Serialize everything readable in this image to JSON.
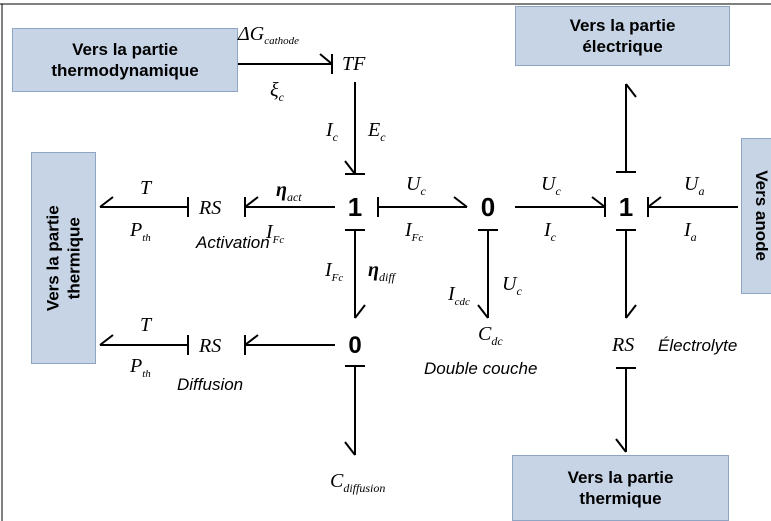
{
  "boxes": {
    "thermo_top": {
      "line1": "Vers la partie",
      "line2": "thermodynamique"
    },
    "elec_top": {
      "line1": "Vers la partie",
      "line2": "électrique"
    },
    "thermique_left": {
      "line1": "Vers la partie",
      "line2": "thermique"
    },
    "anode_right": {
      "text": "Vers anode"
    },
    "thermique_bottom": {
      "line1": "Vers la partie",
      "line2": "thermique"
    }
  },
  "elements": {
    "tf": "TF",
    "rs_activation": "RS",
    "rs_diffusion": "RS",
    "rs_electrolyte": "RS",
    "c_dc": {
      "base": "C",
      "sub": "dc"
    },
    "c_diffusion": {
      "base": "C",
      "sub": "diffusion"
    }
  },
  "junctions": {
    "one_left": "1",
    "zero_mid": "0",
    "one_right": "1",
    "zero_bottom": "0"
  },
  "text_labels": {
    "activation": "Activation",
    "diffusion": "Diffusion",
    "double_couche": "Double couche",
    "electrolyte": "Électrolyte"
  },
  "variables": {
    "delta_g": {
      "base": "ΔG",
      "sub": "cathode"
    },
    "xi_c": {
      "base": "ξ",
      "sub": "c"
    },
    "i_c_top": {
      "base": "I",
      "sub": "c"
    },
    "e_c": {
      "base": "E",
      "sub": "c"
    },
    "t_act": {
      "base": "T"
    },
    "p_th_act": {
      "base": "P",
      "sub": "th"
    },
    "eta_act": {
      "base": "η",
      "sub": "act"
    },
    "i_fc_act": {
      "base": "I",
      "sub": "Fc"
    },
    "u_c_left": {
      "base": "U",
      "sub": "c"
    },
    "i_fc_mid": {
      "base": "I",
      "sub": "Fc"
    },
    "u_c_right": {
      "base": "U",
      "sub": "c"
    },
    "i_c_right": {
      "base": "I",
      "sub": "c"
    },
    "u_a": {
      "base": "U",
      "sub": "a"
    },
    "i_a": {
      "base": "I",
      "sub": "a"
    },
    "i_fc_down": {
      "base": "I",
      "sub": "Fc"
    },
    "eta_diff": {
      "base": "η",
      "sub": "diff"
    },
    "i_cdc": {
      "base": "I",
      "sub": "cdc"
    },
    "u_c_down": {
      "base": "U",
      "sub": "c"
    },
    "t_diff": {
      "base": "T"
    },
    "p_th_diff": {
      "base": "P",
      "sub": "th"
    }
  }
}
